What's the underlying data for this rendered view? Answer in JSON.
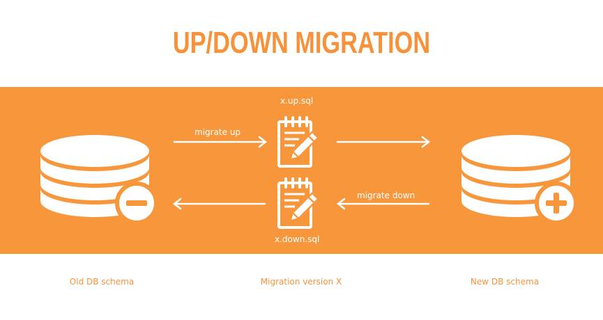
{
  "title": "UP/DOWN MIGRATION",
  "files": {
    "up": "x.up.sql",
    "down": "x.down.sql"
  },
  "arrows": {
    "up_label": "migrate up",
    "down_label": "migrate down"
  },
  "captions": {
    "old": "Old DB schema",
    "migration": "Migration version X",
    "new": "New DB schema"
  },
  "colors": {
    "accent": "#F7963B",
    "text_accent": "#F7923A",
    "foreground": "#FFFFFF"
  },
  "icons": {
    "old_db": "database-minus-icon",
    "new_db": "database-plus-icon",
    "up_file": "notepad-pencil-icon",
    "down_file": "notepad-pencil-icon"
  }
}
